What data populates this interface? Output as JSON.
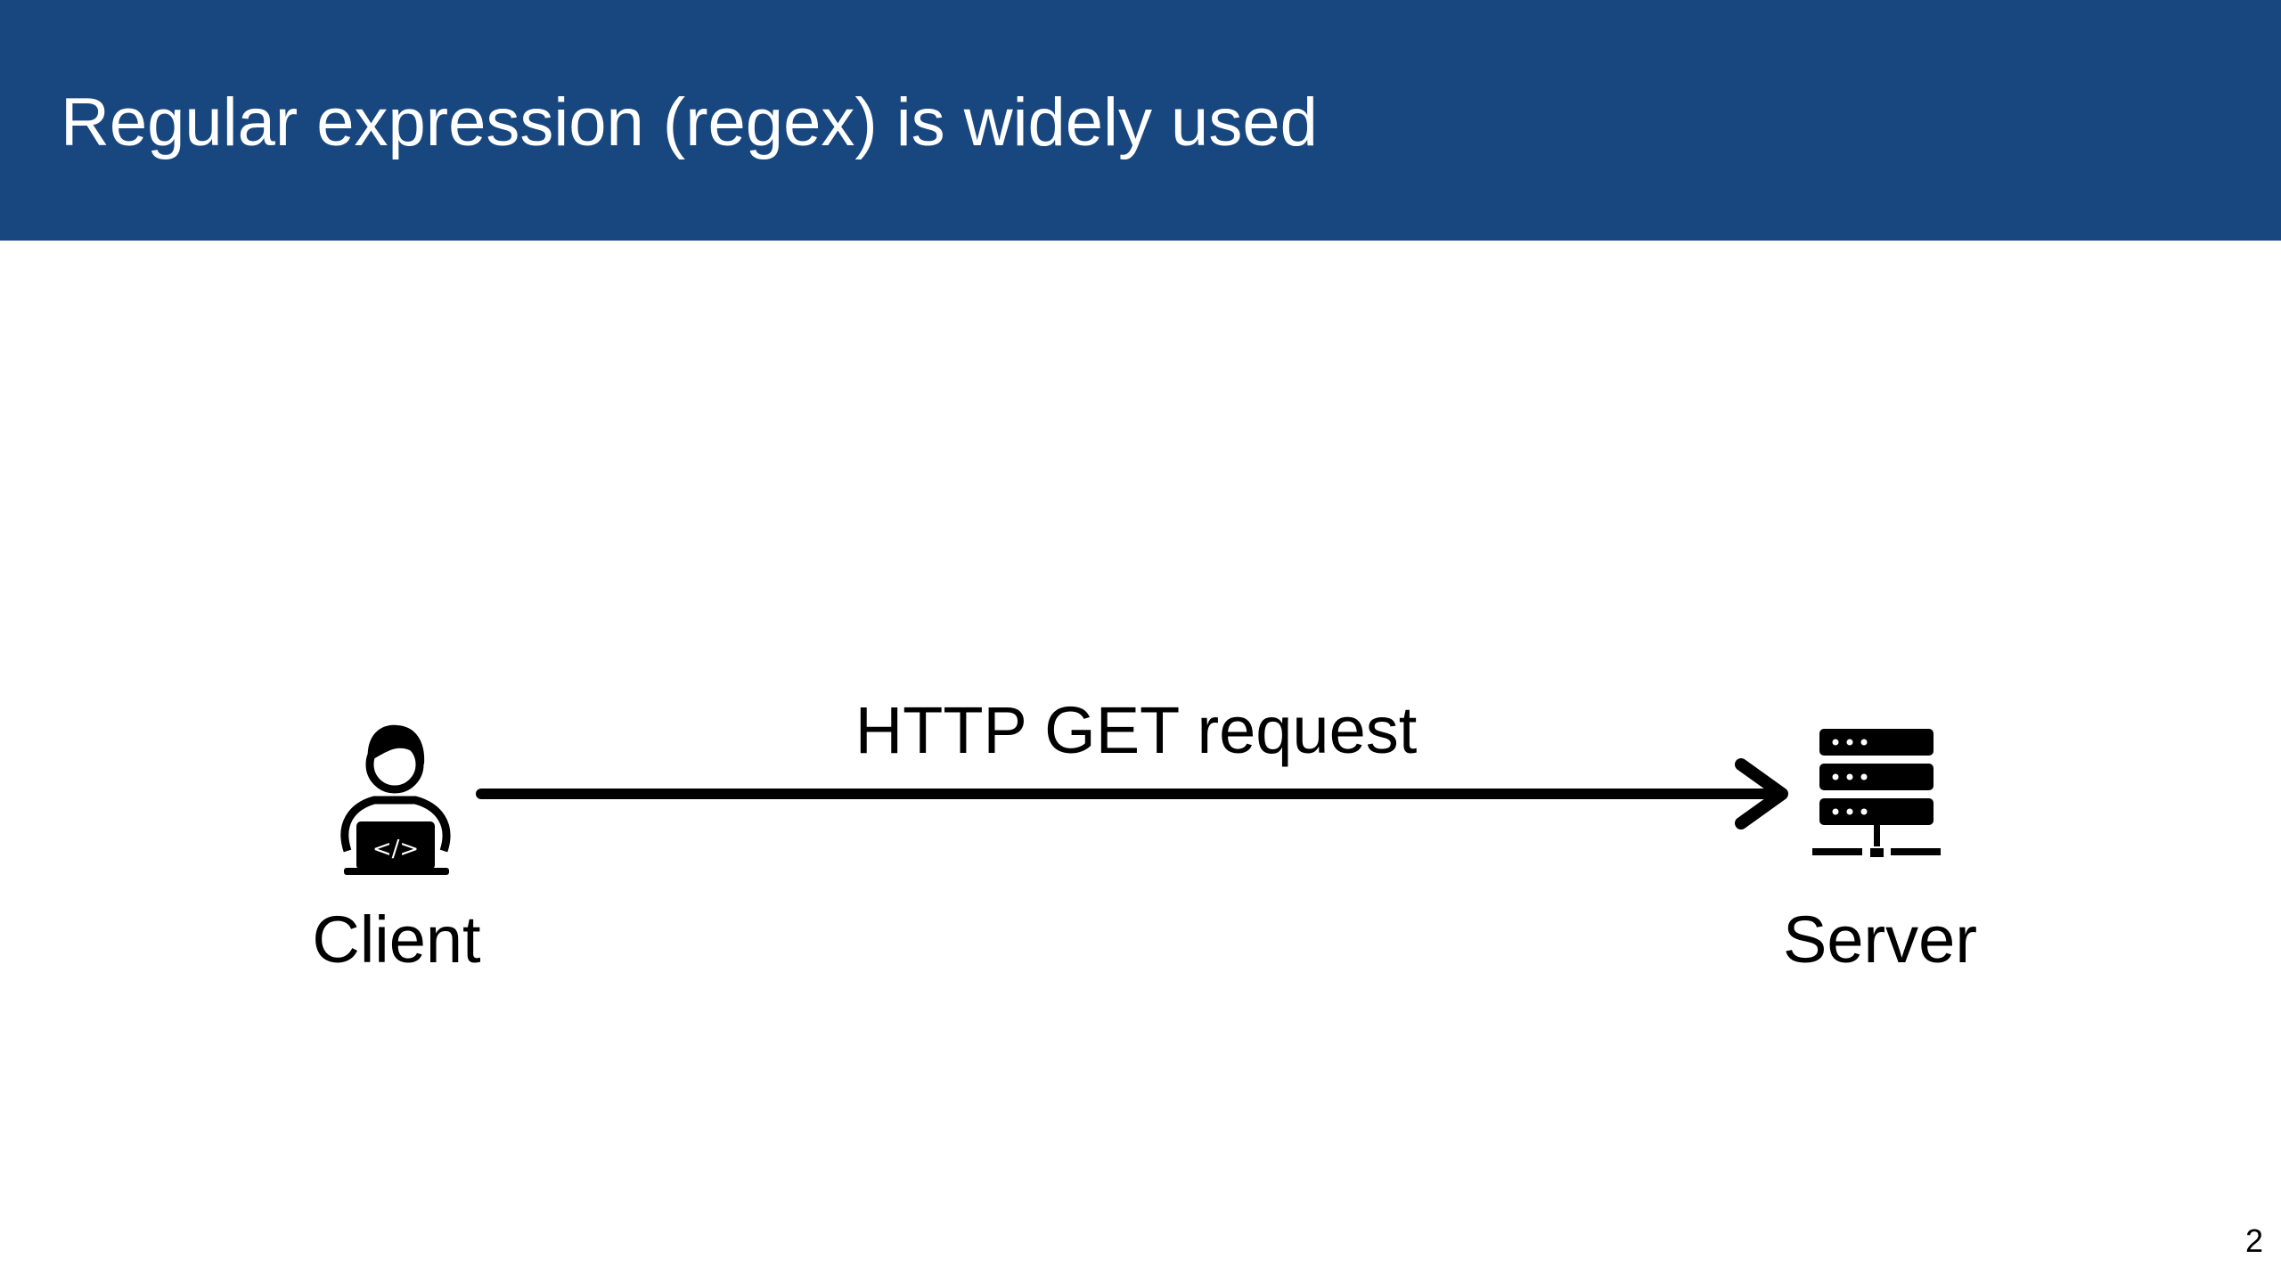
{
  "slide": {
    "title": "Regular expression (regex) is widely used",
    "page_number": "2"
  },
  "diagram": {
    "client_label": "Client",
    "server_label": "Server",
    "arrow_label": "HTTP GET request",
    "client_screen_code": "</>",
    "client_icon": "developer-laptop-icon",
    "server_icon": "server-rack-icon"
  },
  "colors": {
    "title_bar": "#18477f",
    "title_text": "#ffffff",
    "ink": "#000000",
    "background": "#ffffff"
  }
}
